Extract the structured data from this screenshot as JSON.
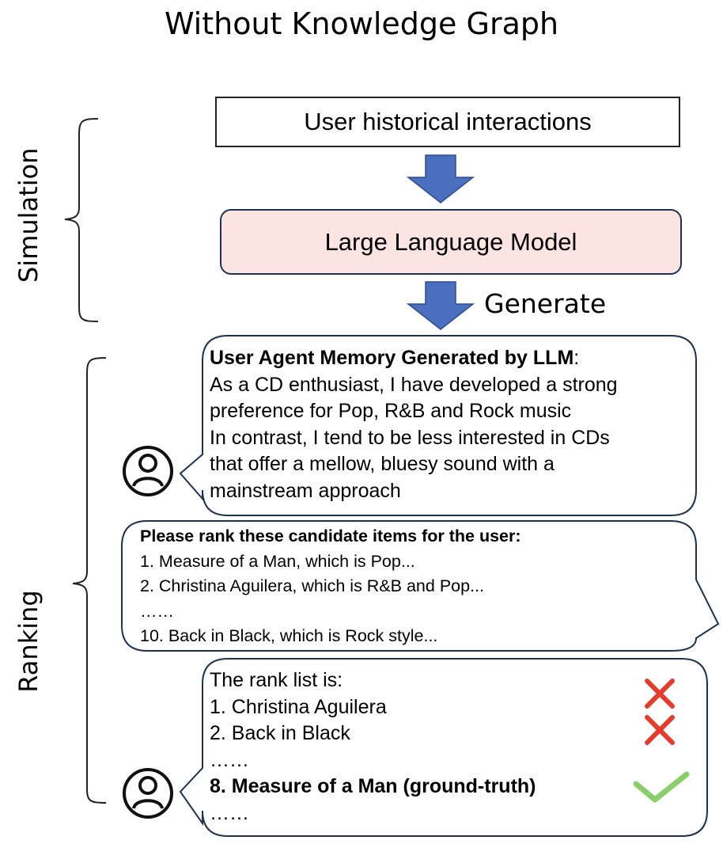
{
  "title": "Without Knowledge Graph",
  "simulation_label": "Simulation",
  "ranking_label": "Ranking",
  "history_box": "User historical interactions",
  "llm_box": "Large Language Model",
  "generate_label": "Generate",
  "memory_bubble": {
    "heading": "User Agent Memory Generated by LLM",
    "heading_suffix": ":",
    "lines": [
      "As a CD enthusiast, I have developed a strong",
      "preference for Pop, R&B and Rock music",
      "In contrast, I tend to be less interested in CDs",
      "that offer a mellow, bluesy sound with a",
      "mainstream approach"
    ]
  },
  "rank_prompt_bubble": {
    "heading": "Please rank these candidate items for the user:",
    "lines": [
      "1. Measure of a Man, which is Pop...",
      "2. Christina Aguilera, which is R&B and Pop...",
      "……",
      "10. Back in Black, which is Rock style..."
    ]
  },
  "rank_result_bubble": {
    "intro": "The rank list is:",
    "item1": "1. Christina Aguilera",
    "item2": "2. Back in Black",
    "ellipsis1": "……",
    "item8": "8. Measure of a Man (ground-truth)",
    "ellipsis2": "……"
  },
  "colors": {
    "arrow": "#4a6fbf",
    "llm_fill": "#fbe4e1",
    "cross": "#e53b2c",
    "check": "#8bcf6a"
  },
  "icons": [
    "user-avatar-icon",
    "down-arrow-icon",
    "cross-icon",
    "check-icon",
    "curly-brace-icon"
  ]
}
